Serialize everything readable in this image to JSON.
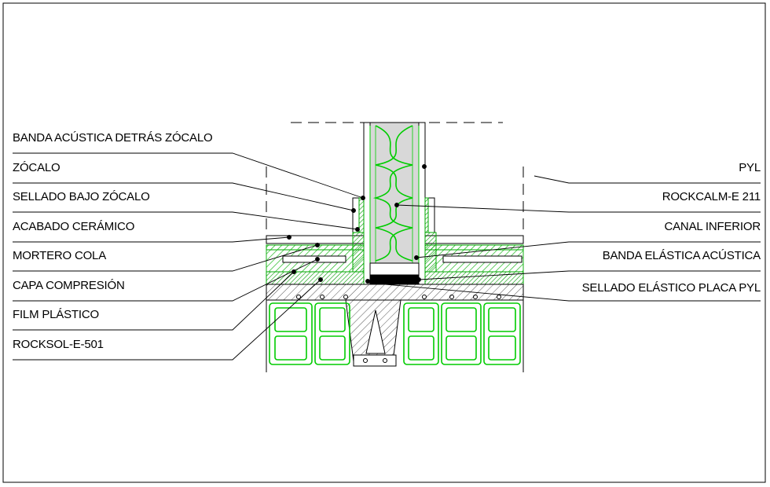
{
  "labels_left": [
    "BANDA ACÚSTICA DETRÁS ZÓCALO",
    "ZÓCALO",
    "SELLADO BAJO ZÓCALO",
    "ACABADO CERÁMICO",
    "MORTERO COLA",
    "CAPA COMPRESIÓN",
    "FILM PLÁSTICO",
    "ROCKSOL-E-501"
  ],
  "labels_right": [
    "PYL",
    "ROCKCALM-E 211",
    "CANAL INFERIOR",
    "BANDA ELÁSTICA ACÚSTICA",
    "SELLADO ELÁSTICO PLACA PYL"
  ],
  "colors": {
    "line": "#000000",
    "insulation": "#00cc00",
    "hatch": "#00b000",
    "panel_fill": "#cfcfcf",
    "concrete_hatch": "#555555"
  }
}
